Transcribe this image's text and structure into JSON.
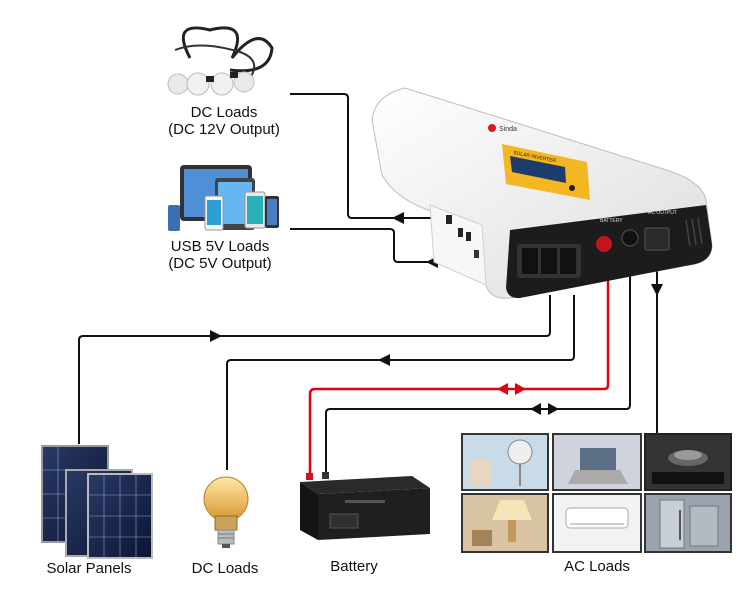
{
  "labels": {
    "dc_loads_top": "DC Loads",
    "dc_loads_top_sub": "(DC 12V Output)",
    "usb_loads": "USB 5V Loads",
    "usb_loads_sub": "(DC 5V Output)",
    "solar_panels": "Solar Panels",
    "dc_loads_bottom": "DC Loads",
    "battery": "Battery",
    "ac_loads": "AC Loads"
  },
  "device": {
    "brand": "Sinda",
    "screen_title": "SOLAR INVERTER",
    "port_battery": "BATTERY",
    "port_ac_output": "AC OUTPUT"
  },
  "colors": {
    "wire": "#111111",
    "battery_wire": "#e3000f",
    "inverter_body": "#f4f4f4",
    "inverter_panel": "#1c1c1c",
    "screen": "#f2b722"
  },
  "icons": [
    "bulb-cable-icon",
    "tablet-phone-icon",
    "solar-panel-icon",
    "bulb-icon",
    "battery-icon",
    "ac-appliance-icon"
  ]
}
